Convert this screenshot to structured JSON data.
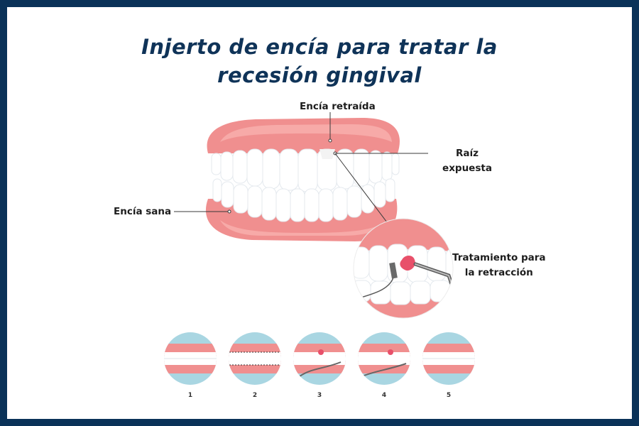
{
  "title": {
    "line1": "Injerto de encía para tratar la",
    "line2": "recesión gingival"
  },
  "labels": {
    "receded_gum": "Encía retraída",
    "exposed_root_line1": "Raíz",
    "exposed_root_line2": "expuesta",
    "healthy_gum": "Encía sana",
    "treatment_line1": "Tratamiento para",
    "treatment_line2": "la retracción"
  },
  "steps": [
    "1",
    "2",
    "3",
    "4",
    "5"
  ],
  "colors": {
    "frame": "#0a3258",
    "title": "#0f3358",
    "gum": "#f08f8f",
    "gum_light": "#f7aaa8",
    "tooth": "#ffffff",
    "step_bg": "#a9d6e2"
  }
}
